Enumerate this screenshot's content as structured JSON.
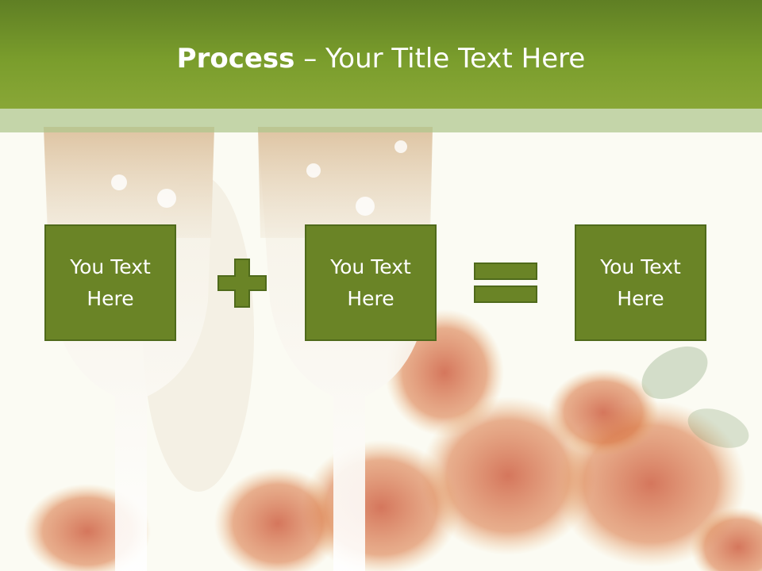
{
  "slide": {
    "title_bold": "Process",
    "title_separator": " – ",
    "title_rest": "Your Title Text Here"
  },
  "boxes": [
    {
      "line1": "You Text",
      "line2": "Here"
    },
    {
      "line1": "You Text",
      "line2": "Here"
    },
    {
      "line1": "You Text",
      "line2": "Here"
    }
  ],
  "operators": [
    "plus-icon",
    "equals-icon"
  ],
  "colors": {
    "header_top": "#5f7f24",
    "header_bottom": "#89a737",
    "box_fill": "#6a8426",
    "box_border": "#4f6a1b",
    "text": "#ffffff"
  }
}
